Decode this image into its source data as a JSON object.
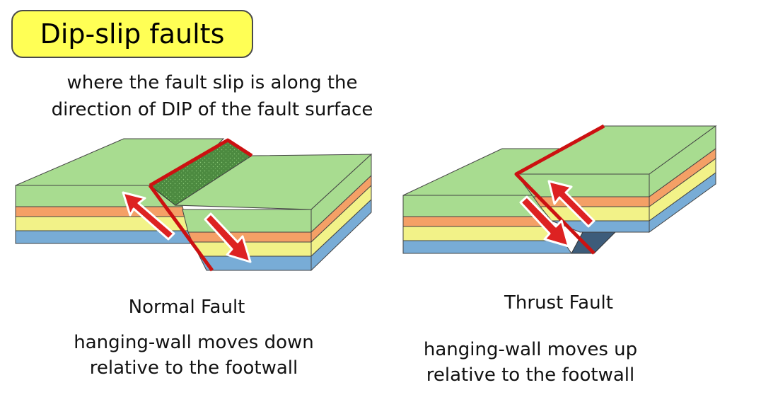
{
  "title": "Dip-slip faults",
  "subtitle": {
    "line1": "where the fault slip is along the",
    "line2": "direction of DIP of the fault surface"
  },
  "normal_fault": {
    "label": "Normal Fault",
    "desc_line1": "hanging-wall moves down",
    "desc_line2": "relative to the footwall"
  },
  "thrust_fault": {
    "label": "Thrust Fault",
    "desc_line1": "hanging-wall moves up",
    "desc_line2": "relative to the footwall"
  },
  "colors": {
    "title_background": "#ffff55",
    "top_surface": "#a8dc90",
    "layer_green": "#a8dc90",
    "layer_orange": "#f4a066",
    "layer_yellow": "#f2f288",
    "layer_blue": "#78acd6",
    "fault_plane": "#4c8a40",
    "fault_line": "#cc1111",
    "arrow": "#dd2222"
  }
}
